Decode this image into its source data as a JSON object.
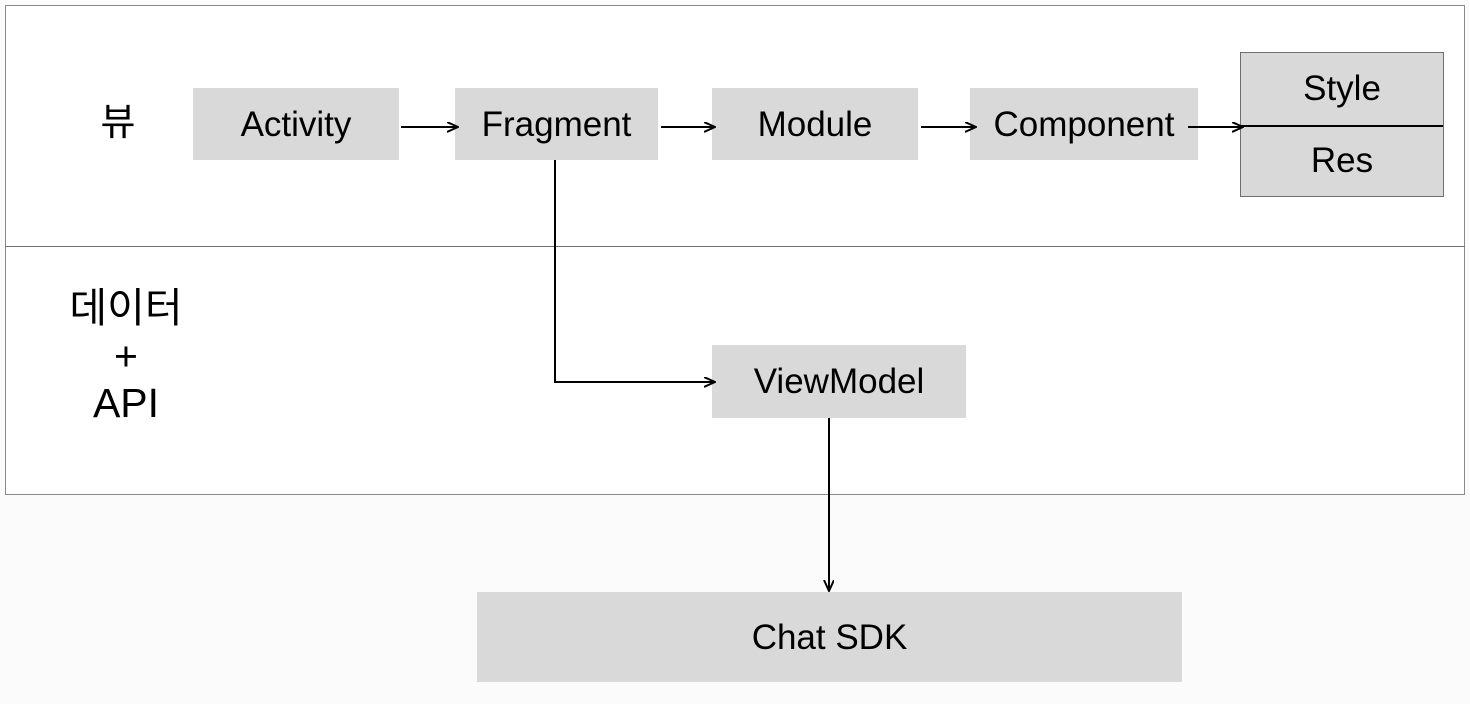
{
  "diagram": {
    "title_visible": false,
    "colors": {
      "node_fill": "#d9d9d9",
      "node_border": "#6f6f6f",
      "container_border": "#8a8a8a",
      "connector": "#000000",
      "page_background": "#fbfbfb",
      "container_background": "#ffffff"
    },
    "layers": [
      {
        "id": "view-layer",
        "title": "뷰",
        "nodes": [
          "Activity",
          "Fragment",
          "Module",
          "Component",
          "Style",
          "Res"
        ]
      },
      {
        "id": "data-layer",
        "title": "데이터\n+\nAPI",
        "nodes": [
          "ViewModel"
        ]
      }
    ],
    "nodes": {
      "activity": {
        "label": "Activity"
      },
      "fragment": {
        "label": "Fragment"
      },
      "module": {
        "label": "Module"
      },
      "component": {
        "label": "Component"
      },
      "style": {
        "label": "Style"
      },
      "res": {
        "label": "Res"
      },
      "viewmodel": {
        "label": "ViewModel"
      },
      "chatsdk": {
        "label": "Chat SDK"
      }
    },
    "edges": [
      {
        "from": "activity",
        "to": "fragment",
        "type": "straight-right",
        "arrowhead": true
      },
      {
        "from": "fragment",
        "to": "module",
        "type": "straight-right",
        "arrowhead": true
      },
      {
        "from": "module",
        "to": "component",
        "type": "straight-right",
        "arrowhead": true
      },
      {
        "from": "component",
        "to": "style-res",
        "type": "straight-right",
        "arrowhead": true
      },
      {
        "from": "fragment",
        "to": "viewmodel",
        "type": "elbow-down-right",
        "arrowhead": true
      },
      {
        "from": "viewmodel",
        "to": "chatsdk",
        "type": "straight-down",
        "arrowhead": true
      }
    ]
  }
}
